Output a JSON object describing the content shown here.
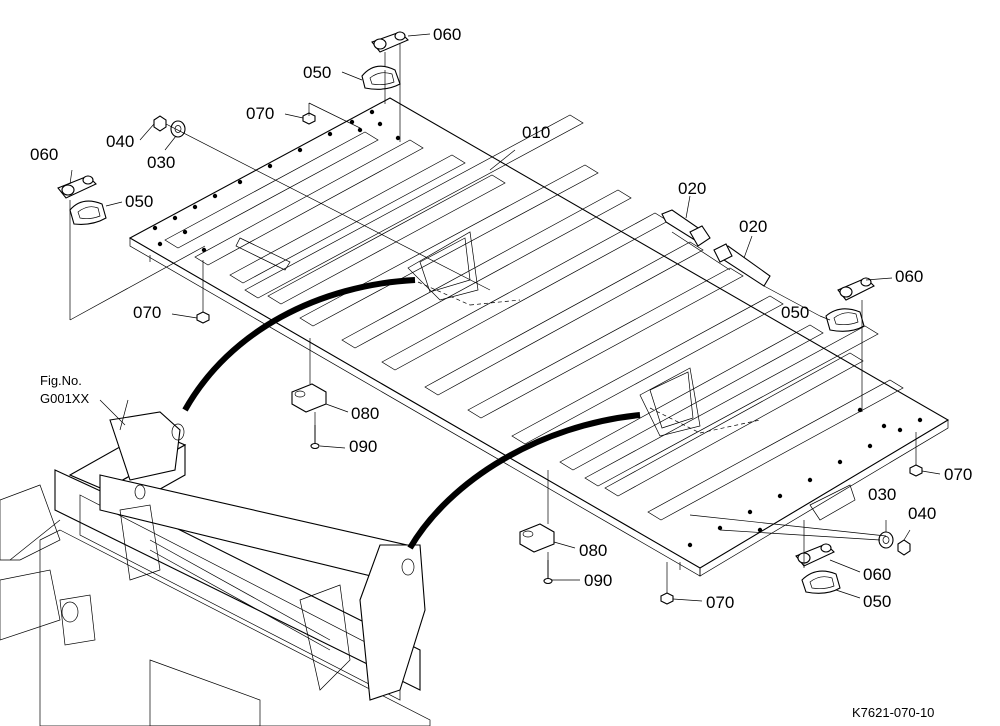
{
  "callouts": {
    "c060a": "060",
    "c050a": "050",
    "c070a": "070",
    "c040a": "040",
    "c030a": "030",
    "c010": "010",
    "c060b": "060",
    "c050b": "050",
    "c070b": "070",
    "c020a": "020",
    "c020b": "020",
    "c060c": "060",
    "c050c": "050",
    "c080a": "080",
    "c090a": "090",
    "c070c": "070",
    "c030b": "030",
    "c040b": "040",
    "c080b": "080",
    "c090b": "090",
    "c060d": "060",
    "c050d": "050",
    "c070d": "070"
  },
  "reference": {
    "line1": "Fig.No.",
    "line2": "G001XX"
  },
  "drawing_id": "K7621-070-10"
}
